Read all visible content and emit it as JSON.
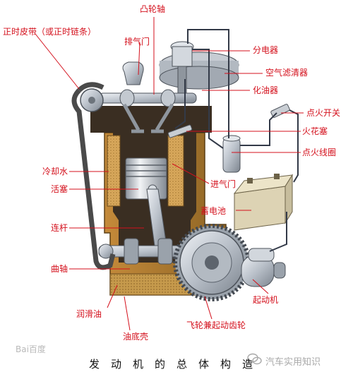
{
  "labels": {
    "camshaft": "凸轮轴",
    "timing_belt": "正时皮带（或正时链条）",
    "exhaust_valve": "排气门",
    "distributor": "分电器",
    "air_filter": "空气滤清器",
    "carburetor": "化油器",
    "ignition_switch": "点火开关",
    "spark_plug": "火花塞",
    "ignition_coil": "点火线圈",
    "coolant": "冷却水",
    "piston": "活塞",
    "intake_valve": "进气门",
    "battery": "蓄电池",
    "connecting_rod": "连杆",
    "crankshaft": "曲轴",
    "starter": "起动机",
    "lubricating_oil": "润滑油",
    "flywheel": "飞轮兼起动齿轮",
    "oil_pan": "油底壳"
  },
  "caption": "发动机的总体构造",
  "watermark_left": "Bai百度",
  "watermark_right": "汽车实用知识",
  "colors": {
    "label_red": "#d4101c",
    "block_brown": "#a0762c",
    "block_dark": "#3a2e22",
    "coolant_tan": "#d8a85c",
    "steel": "#b8bfc8",
    "wire": "#333a48"
  }
}
